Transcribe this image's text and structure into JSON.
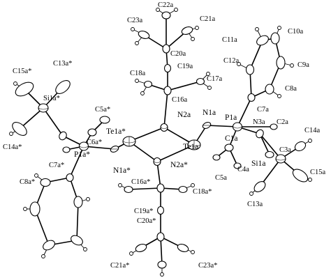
{
  "labels": [
    {
      "id": "C22a",
      "text": "C22a"
    },
    {
      "id": "C23a",
      "text": "C23a"
    },
    {
      "id": "C21a",
      "text": "C21a"
    },
    {
      "id": "C20a",
      "text": "C20a"
    },
    {
      "id": "C19a",
      "text": "C19a"
    },
    {
      "id": "C18a",
      "text": "C18a"
    },
    {
      "id": "C17a",
      "text": "C17a"
    },
    {
      "id": "C16a",
      "text": "C16a"
    },
    {
      "id": "C11a",
      "text": "C11a"
    },
    {
      "id": "C10a",
      "text": "C10a"
    },
    {
      "id": "C12a",
      "text": "C12a"
    },
    {
      "id": "C9a",
      "text": "C9a"
    },
    {
      "id": "C8a",
      "text": "C8a"
    },
    {
      "id": "C7a",
      "text": "C7a"
    },
    {
      "id": "N2a",
      "text": "N2a"
    },
    {
      "id": "N1a",
      "text": "N1a"
    },
    {
      "id": "P1a",
      "text": "P1a"
    },
    {
      "id": "N3a",
      "text": "N3a"
    },
    {
      "id": "C2a",
      "text": "C2a"
    },
    {
      "id": "C1a",
      "text": "C1a"
    },
    {
      "id": "C14a",
      "text": "C14a"
    },
    {
      "id": "C3a",
      "text": "C3a"
    },
    {
      "id": "C4a",
      "text": "C4a"
    },
    {
      "id": "C5a",
      "text": "C5a"
    },
    {
      "id": "Si1a",
      "text": "Si1a"
    },
    {
      "id": "C15a",
      "text": "C15a"
    },
    {
      "id": "C13a",
      "text": "C13a"
    },
    {
      "id": "Te1a",
      "text": "Te1a"
    },
    {
      "id": "Te1a*",
      "text": "Te1a*"
    },
    {
      "id": "N1a*",
      "text": "N1a*"
    },
    {
      "id": "N2a*",
      "text": "N2a*"
    },
    {
      "id": "C16a*",
      "text": "C16a*"
    },
    {
      "id": "C19a*",
      "text": "C19a*"
    },
    {
      "id": "C18a*",
      "text": "C18a*"
    },
    {
      "id": "C20a*",
      "text": "C20a*"
    },
    {
      "id": "C21a*",
      "text": "C21a*"
    },
    {
      "id": "C23a*",
      "text": "C23a*"
    },
    {
      "id": "C15a*",
      "text": "C15a*"
    },
    {
      "id": "C13a*",
      "text": "C13a*"
    },
    {
      "id": "Si1a*",
      "text": "Si1a*"
    },
    {
      "id": "C5a*",
      "text": "C5a*"
    },
    {
      "id": "C14a*",
      "text": "C14a*"
    },
    {
      "id": "C6a*",
      "text": "C6a*"
    },
    {
      "id": "P1a*",
      "text": "P1a*"
    },
    {
      "id": "C7a*",
      "text": "C7a*"
    },
    {
      "id": "C8a*",
      "text": "C8a*"
    }
  ]
}
